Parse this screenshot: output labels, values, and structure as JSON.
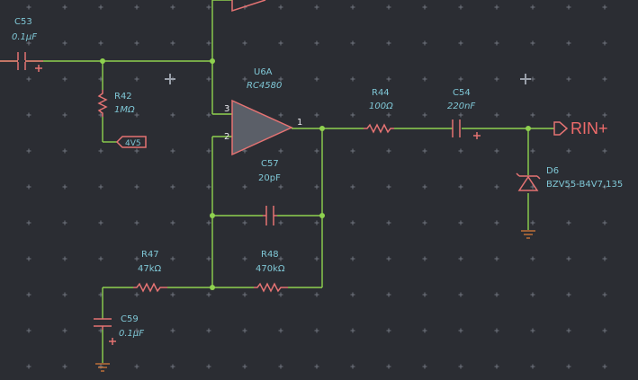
{
  "components": {
    "c53": {
      "ref": "C53",
      "value": "0.1µF"
    },
    "r42": {
      "ref": "R42",
      "value": "1MΩ"
    },
    "u6a": {
      "ref": "U6A",
      "value": "RC4580"
    },
    "pin3": "3",
    "pin2": "2",
    "pin1": "1",
    "r44": {
      "ref": "R44",
      "value": "100Ω"
    },
    "c54": {
      "ref": "C54",
      "value": "220nF"
    },
    "c57": {
      "ref": "C57",
      "value": "20pF"
    },
    "d6": {
      "ref": "D6",
      "value": "BZV55-B4V7,135"
    },
    "r47": {
      "ref": "R47",
      "value": "47kΩ"
    },
    "r48": {
      "ref": "R48",
      "value": "470kΩ"
    },
    "c59": {
      "ref": "C59",
      "value": "0.1µF"
    }
  },
  "nets": {
    "vref": "4V5",
    "output": "RIN+"
  },
  "colors": {
    "background": "#2b2d33",
    "wire": "#8fd14f",
    "component": "#e57373",
    "label": "#7fc7d6",
    "ground": "#d27a3a"
  }
}
